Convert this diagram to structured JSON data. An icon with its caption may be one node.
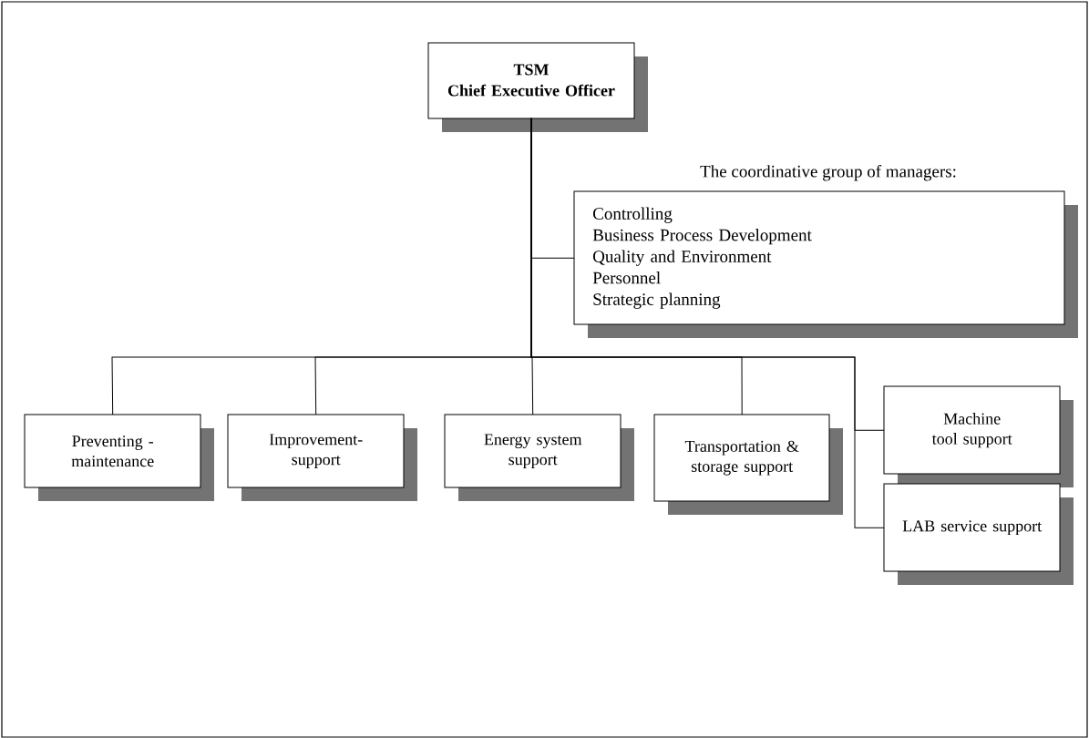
{
  "diagram": {
    "nodes": [
      {
        "text": [
          "TSM",
          "Chief Executive Officer"
        ]
      },
      {
        "text": [
          "The coordinative group of managers:",
          "Controlling",
          "Business Process Development",
          "Quality and Environment",
          "Personnel",
          "Strategic planning"
        ]
      },
      {
        "text": [
          "Preventing - maintenance"
        ]
      },
      {
        "text": [
          "Improvement-support"
        ]
      },
      {
        "text": [
          "Energy system support"
        ]
      },
      {
        "text": [
          "Transportation & storage support"
        ]
      },
      {
        "text": [
          "Machine tool support"
        ]
      },
      {
        "text": [
          "LAB service support"
        ]
      }
    ],
    "edges": [
      {
        "from": 0,
        "to": 1,
        "arrow": "none"
      },
      {
        "from": 0,
        "to": 2,
        "arrow": "none"
      },
      {
        "from": 0,
        "to": 3,
        "arrow": "none"
      },
      {
        "from": 0,
        "to": 4,
        "arrow": "none"
      },
      {
        "from": 0,
        "to": 5,
        "arrow": "none"
      },
      {
        "from": 0,
        "to": 6,
        "arrow": "none"
      },
      {
        "from": 0,
        "to": 7,
        "arrow": "none"
      }
    ]
  }
}
